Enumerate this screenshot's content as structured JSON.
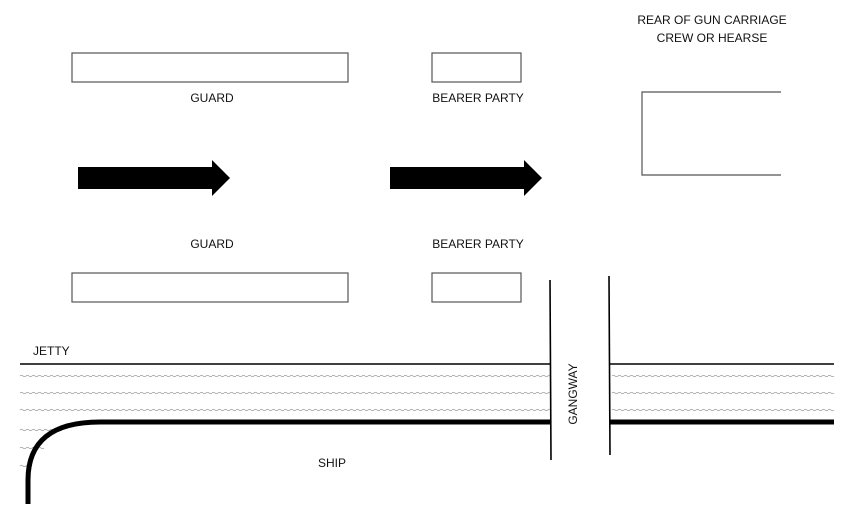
{
  "title_lines": [
    "REAR OF GUN CARRIAGE",
    "CREW OR HEARSE"
  ],
  "labels": {
    "guard_top": "GUARD",
    "bearer_top": "BEARER PARTY",
    "guard_bottom": "GUARD",
    "bearer_bottom": "BEARER PARTY",
    "jetty": "JETTY",
    "ship": "SHIP",
    "gangway": "GANGWAY"
  },
  "direction": "right",
  "colors": {
    "line": "#000000",
    "box_stroke": "#555555",
    "water": "#999999"
  }
}
